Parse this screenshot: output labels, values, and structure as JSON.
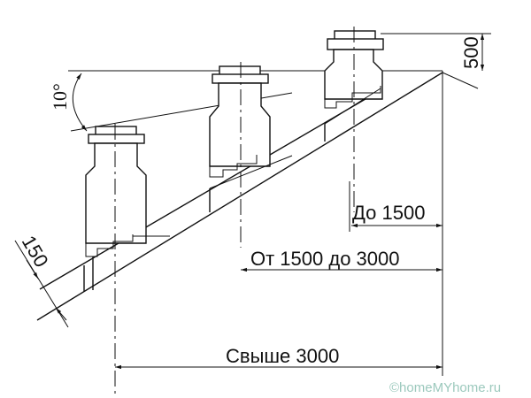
{
  "dimensions": {
    "angle": "10°",
    "thickness": "150",
    "height_above_ridge": "500",
    "up_to_1500": "До 1500",
    "from_1500_to_3000": "От 1500 до 3000",
    "over_3000": "Свыше 3000"
  },
  "watermark": "©homeMYhome.ru"
}
